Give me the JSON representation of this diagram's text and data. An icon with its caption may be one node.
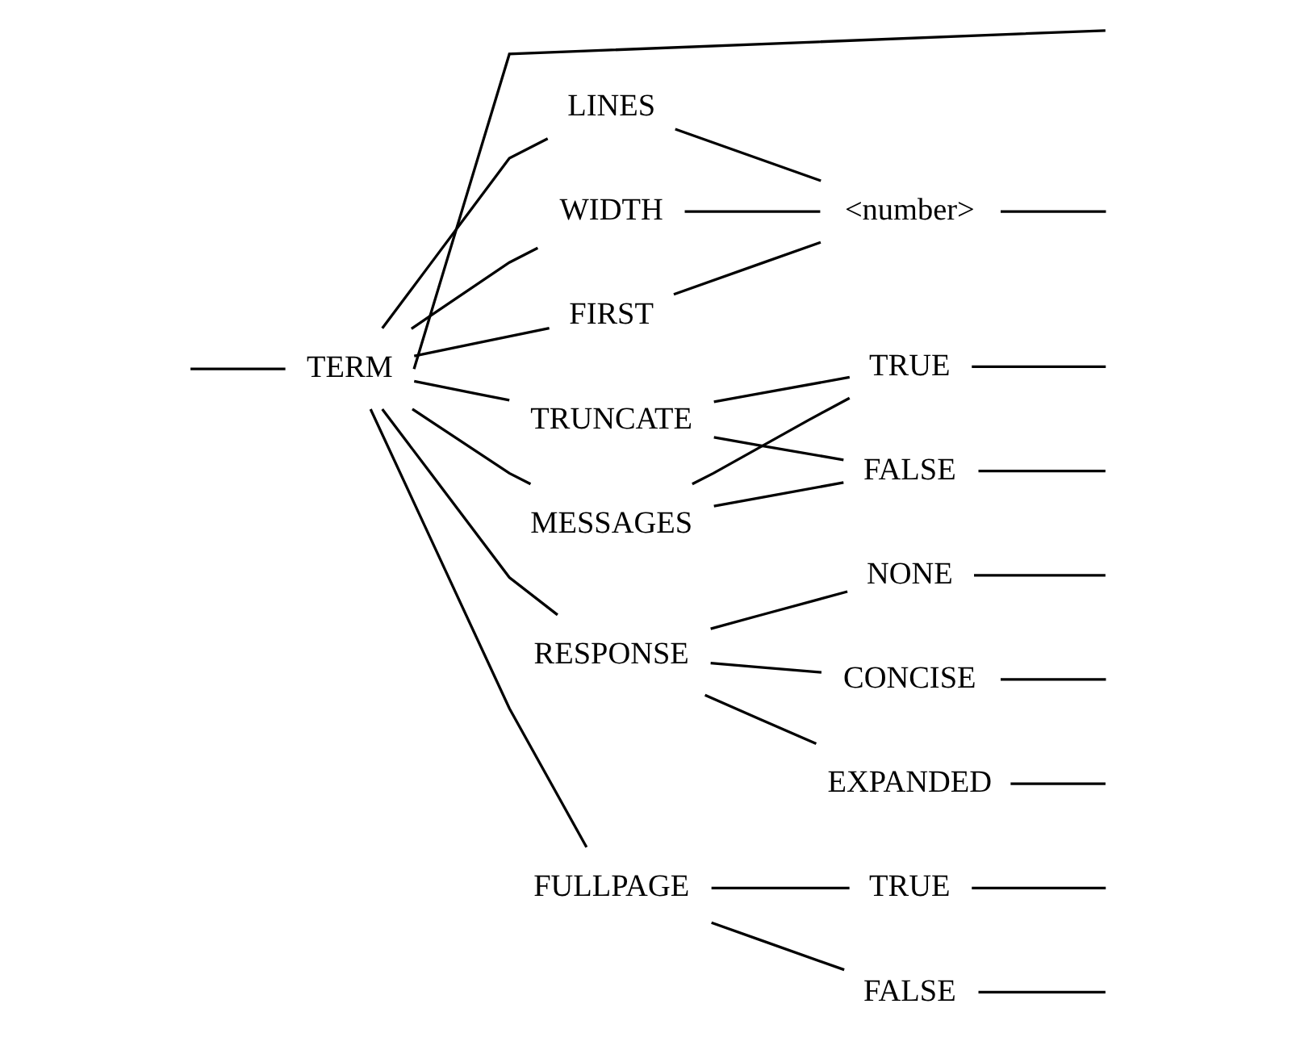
{
  "diagram": {
    "nodes": [
      {
        "text": [
          "TERM"
        ]
      },
      {
        "text": [
          "LINES"
        ]
      },
      {
        "text": [
          "WIDTH"
        ]
      },
      {
        "text": [
          "FIRST"
        ]
      },
      {
        "text": [
          "<number>"
        ]
      },
      {
        "text": [
          "TRUNCATE"
        ]
      },
      {
        "text": [
          "MESSAGES"
        ]
      },
      {
        "text": [
          "TRUE"
        ]
      },
      {
        "text": [
          "FALSE"
        ]
      },
      {
        "text": [
          "RESPONSE"
        ]
      },
      {
        "text": [
          "NONE"
        ]
      },
      {
        "text": [
          "CONCISE"
        ]
      },
      {
        "text": [
          "EXPANDED"
        ]
      },
      {
        "text": [
          "FULLPAGE"
        ]
      },
      {
        "text": [
          "TRUE"
        ]
      },
      {
        "text": [
          "FALSE"
        ]
      }
    ],
    "edges": [
      {
        "from": null,
        "to": 0,
        "arrow": "none"
      },
      {
        "from": 0,
        "to": null,
        "arrow": "none"
      },
      {
        "from": 0,
        "to": 1,
        "arrow": "none"
      },
      {
        "from": 0,
        "to": 2,
        "arrow": "none"
      },
      {
        "from": 0,
        "to": 3,
        "arrow": "none"
      },
      {
        "from": 0,
        "to": 5,
        "arrow": "none"
      },
      {
        "from": 0,
        "to": 6,
        "arrow": "none"
      },
      {
        "from": 0,
        "to": 9,
        "arrow": "none"
      },
      {
        "from": 0,
        "to": 13,
        "arrow": "none"
      },
      {
        "from": 1,
        "to": 4,
        "arrow": "none"
      },
      {
        "from": 2,
        "to": 4,
        "arrow": "none"
      },
      {
        "from": 3,
        "to": 4,
        "arrow": "none"
      },
      {
        "from": 5,
        "to": 7,
        "arrow": "none"
      },
      {
        "from": 5,
        "to": 8,
        "arrow": "none"
      },
      {
        "from": 6,
        "to": 7,
        "arrow": "none"
      },
      {
        "from": 6,
        "to": 8,
        "arrow": "none"
      },
      {
        "from": 9,
        "to": 10,
        "arrow": "none"
      },
      {
        "from": 9,
        "to": 11,
        "arrow": "none"
      },
      {
        "from": 9,
        "to": 12,
        "arrow": "none"
      },
      {
        "from": 13,
        "to": 14,
        "arrow": "none"
      },
      {
        "from": 13,
        "to": 15,
        "arrow": "none"
      },
      {
        "from": 4,
        "to": null,
        "arrow": "none"
      },
      {
        "from": 7,
        "to": null,
        "arrow": "none"
      },
      {
        "from": 8,
        "to": null,
        "arrow": "none"
      },
      {
        "from": 10,
        "to": null,
        "arrow": "none"
      },
      {
        "from": 11,
        "to": null,
        "arrow": "none"
      },
      {
        "from": 12,
        "to": null,
        "arrow": "none"
      },
      {
        "from": 14,
        "to": null,
        "arrow": "none"
      },
      {
        "from": 15,
        "to": null,
        "arrow": "none"
      }
    ]
  }
}
